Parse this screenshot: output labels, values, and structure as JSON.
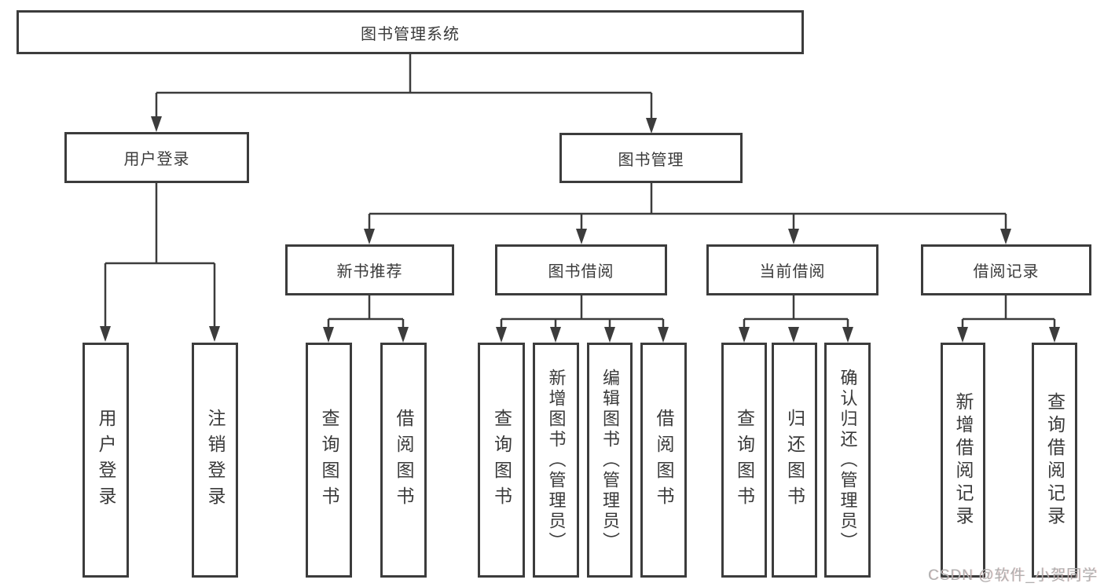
{
  "tree": {
    "label": "图书管理系统",
    "children": [
      {
        "label": "用户登录",
        "children": [
          {
            "label": "用户登录"
          },
          {
            "label": "注销登录"
          }
        ]
      },
      {
        "label": "图书管理",
        "children": [
          {
            "label": "新书推荐",
            "children": [
              {
                "label": "查询图书"
              },
              {
                "label": "借阅图书"
              }
            ]
          },
          {
            "label": "图书借阅",
            "children": [
              {
                "label": "查询图书"
              },
              {
                "label": "新增图书（管理员）"
              },
              {
                "label": "编辑图书（管理员）"
              },
              {
                "label": "借阅图书"
              }
            ]
          },
          {
            "label": "当前借阅",
            "children": [
              {
                "label": "查询图书"
              },
              {
                "label": "归还图书"
              },
              {
                "label": "确认归还（管理员）"
              }
            ]
          },
          {
            "label": "借阅记录",
            "children": [
              {
                "label": "新增借阅记录"
              },
              {
                "label": "查询借阅记录"
              }
            ]
          }
        ]
      }
    ]
  },
  "watermark": {
    "text": "CSDN @软件_小贺同学"
  },
  "colors": {
    "line": "#3c3c3c",
    "text": "#3a3a3a",
    "watermark": "#b0b0b0",
    "background": "#ffffff"
  }
}
